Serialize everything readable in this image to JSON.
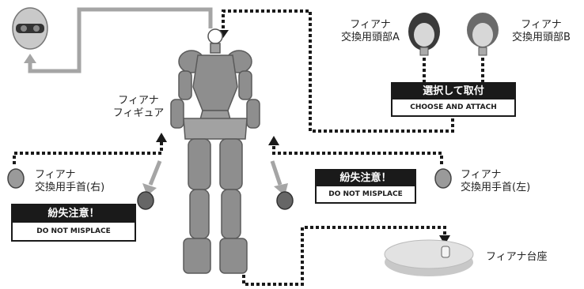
{
  "labels": {
    "figure": [
      "フィアナ",
      "フィギュア"
    ],
    "head_a": [
      "フィアナ",
      "交換用頭部A"
    ],
    "head_b": [
      "フィアナ",
      "交換用頭部B"
    ],
    "hand_right": [
      "フィアナ",
      "交換用手首(右)"
    ],
    "hand_left": [
      "フィアナ",
      "交換用手首(左)"
    ],
    "base": "フィアナ台座"
  },
  "choose_box": {
    "title": "選択して取付",
    "subtitle": "CHOOSE AND ATTACH"
  },
  "warn_right": {
    "title": "紛失注意！",
    "subtitle": "DO NOT MISPLACE"
  },
  "warn_left": {
    "title": "紛失注意！",
    "subtitle": "DO NOT MISPLACE"
  },
  "colors": {
    "figure": "#8e8e8e",
    "arrow_gray": "#a5a5a5",
    "dotted": "#1a1a1a",
    "base": "#d9d9d9"
  }
}
